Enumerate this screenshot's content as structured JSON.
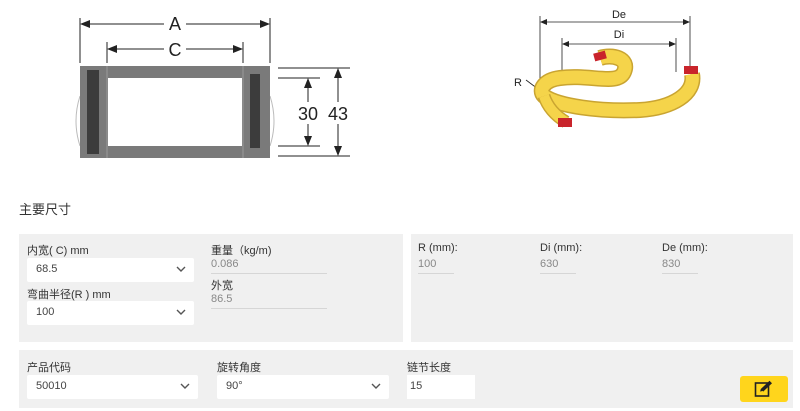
{
  "diagram": {
    "dim_a": "A",
    "dim_c": "C",
    "dim_inner_height": "30",
    "dim_outer_height": "43",
    "dim_de": "De",
    "dim_di": "Di",
    "dim_r": "R"
  },
  "section": {
    "title": "主要尺寸"
  },
  "panel_a": {
    "inner_width_label": "内宽( C) mm",
    "inner_width_value": "68.5",
    "bend_radius_label": "弯曲半径(R ) mm",
    "bend_radius_value": "100",
    "weight_label": "重量（kg/m)",
    "weight_value": "0.086",
    "outer_width_label": "外宽",
    "outer_width_value": "86.5"
  },
  "panel_b": {
    "r_label": "R (mm):",
    "r_value": "100",
    "di_label": "Di (mm):",
    "di_value": "630",
    "de_label": "De (mm):",
    "de_value": "830"
  },
  "panel_c": {
    "product_code_label": "产品代码",
    "product_code_value": "50010",
    "rotation_angle_label": "旋转角度",
    "rotation_angle_value": "90°",
    "link_length_label": "链节长度",
    "link_length_value": "15"
  },
  "colors": {
    "accent": "#ffd51c",
    "panel_bg": "#f0f0f0",
    "chain_yellow": "#f5d44a",
    "chain_red": "#c9242b"
  }
}
